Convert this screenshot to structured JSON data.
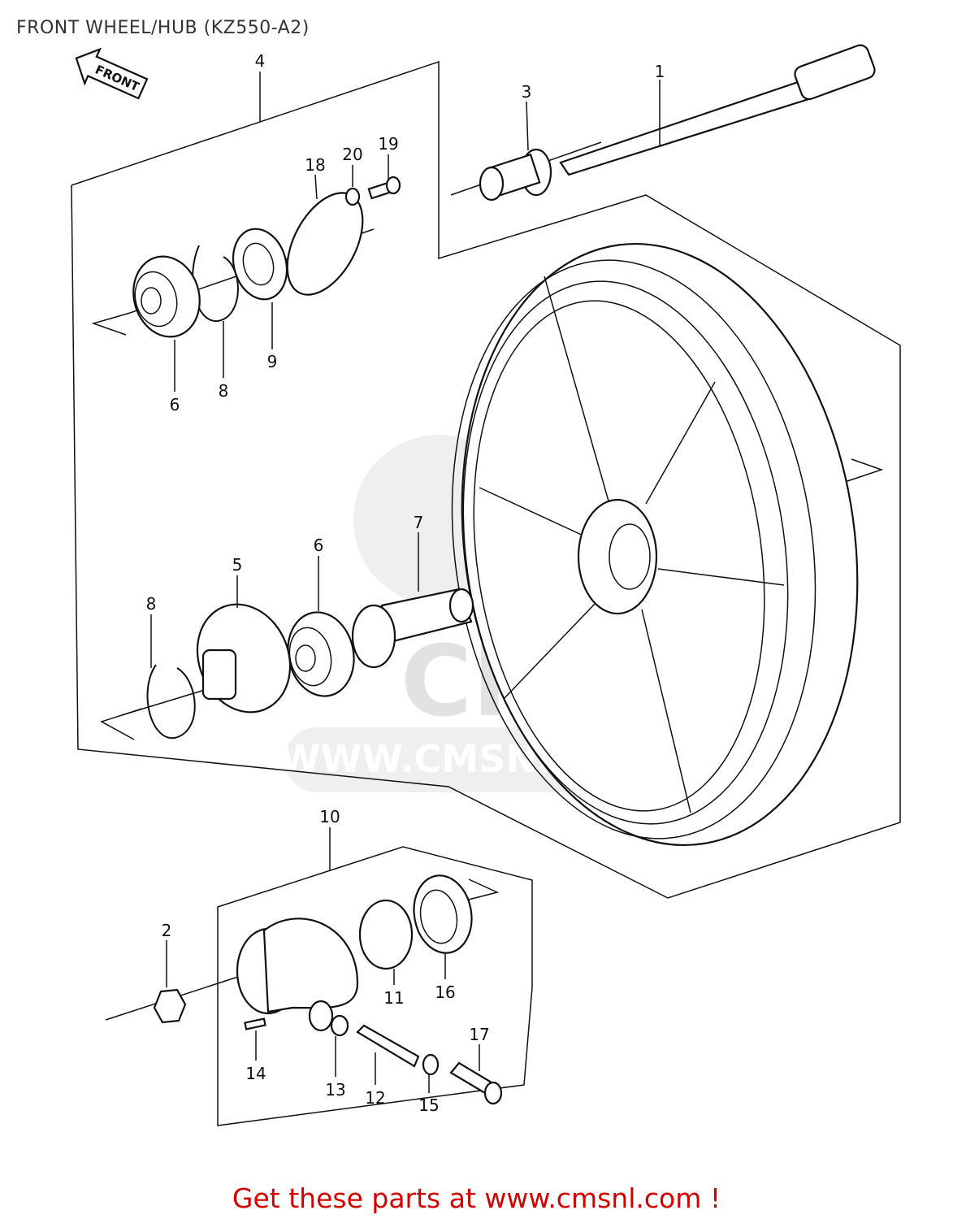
{
  "title": "FRONT WHEEL/HUB (KZ550-A2)",
  "front_arrow_label": "FRONT",
  "watermark_text": "WWW.CMSNL.COM",
  "watermark_logo_text": "CMS",
  "footer_text": "Get these parts at www.cmsnl.com !",
  "colors": {
    "footer": "#d40000",
    "line": "#111111",
    "watermark": "#e2e2e2"
  },
  "callouts": {
    "c1": "1",
    "c2": "2",
    "c3": "3",
    "c4": "4",
    "c5": "5",
    "c6a": "6",
    "c6b": "6",
    "c7": "7",
    "c8a": "8",
    "c8b": "8",
    "c9": "9",
    "c10": "10",
    "c11": "11",
    "c12": "12",
    "c13": "13",
    "c14": "14",
    "c15": "15",
    "c16": "16",
    "c17": "17",
    "c18": "18",
    "c19": "19",
    "c20": "20"
  }
}
